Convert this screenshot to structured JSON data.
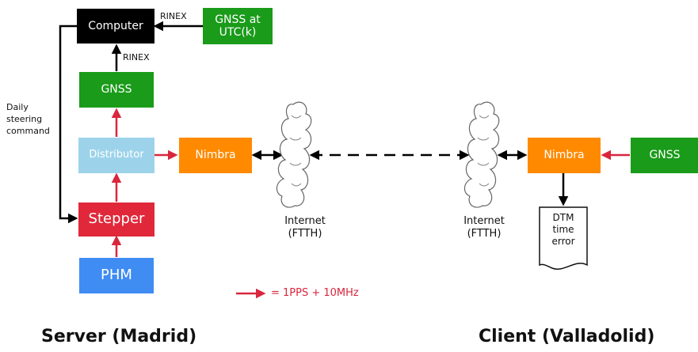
{
  "colors": {
    "black": "#000000",
    "green": "#1a9b1a",
    "light_blue": "#9dd3ea",
    "red": "#e0283a",
    "blue": "#3f8cf2",
    "orange": "#ff8a00",
    "signal_arrow": "#d9263d"
  },
  "server": {
    "computer": "Computer",
    "gnss_utc": [
      "GNSS at",
      "UTC(k)"
    ],
    "gnss": "GNSS",
    "distributor": "Distributor",
    "stepper": "Stepper",
    "phm": "PHM",
    "nimbra": "Nimbra",
    "rinex_top": "RINEX",
    "rinex_mid": "RINEX",
    "daily_steering": [
      "Daily",
      "steering",
      "command"
    ],
    "site_label": "Server (Madrid)"
  },
  "network": {
    "internet_left": [
      "Internet",
      "(FTTH)"
    ],
    "internet_right": [
      "Internet",
      "(FTTH)"
    ]
  },
  "client": {
    "nimbra": "Nimbra",
    "gnss": "GNSS",
    "dtm_doc": [
      "DTM",
      "time",
      "error"
    ],
    "site_label": "Client (Valladolid)"
  },
  "legend": {
    "label": "= 1PPS + 10MHz"
  },
  "icons": {
    "cloud": "cloud-icon",
    "document": "document-icon"
  }
}
